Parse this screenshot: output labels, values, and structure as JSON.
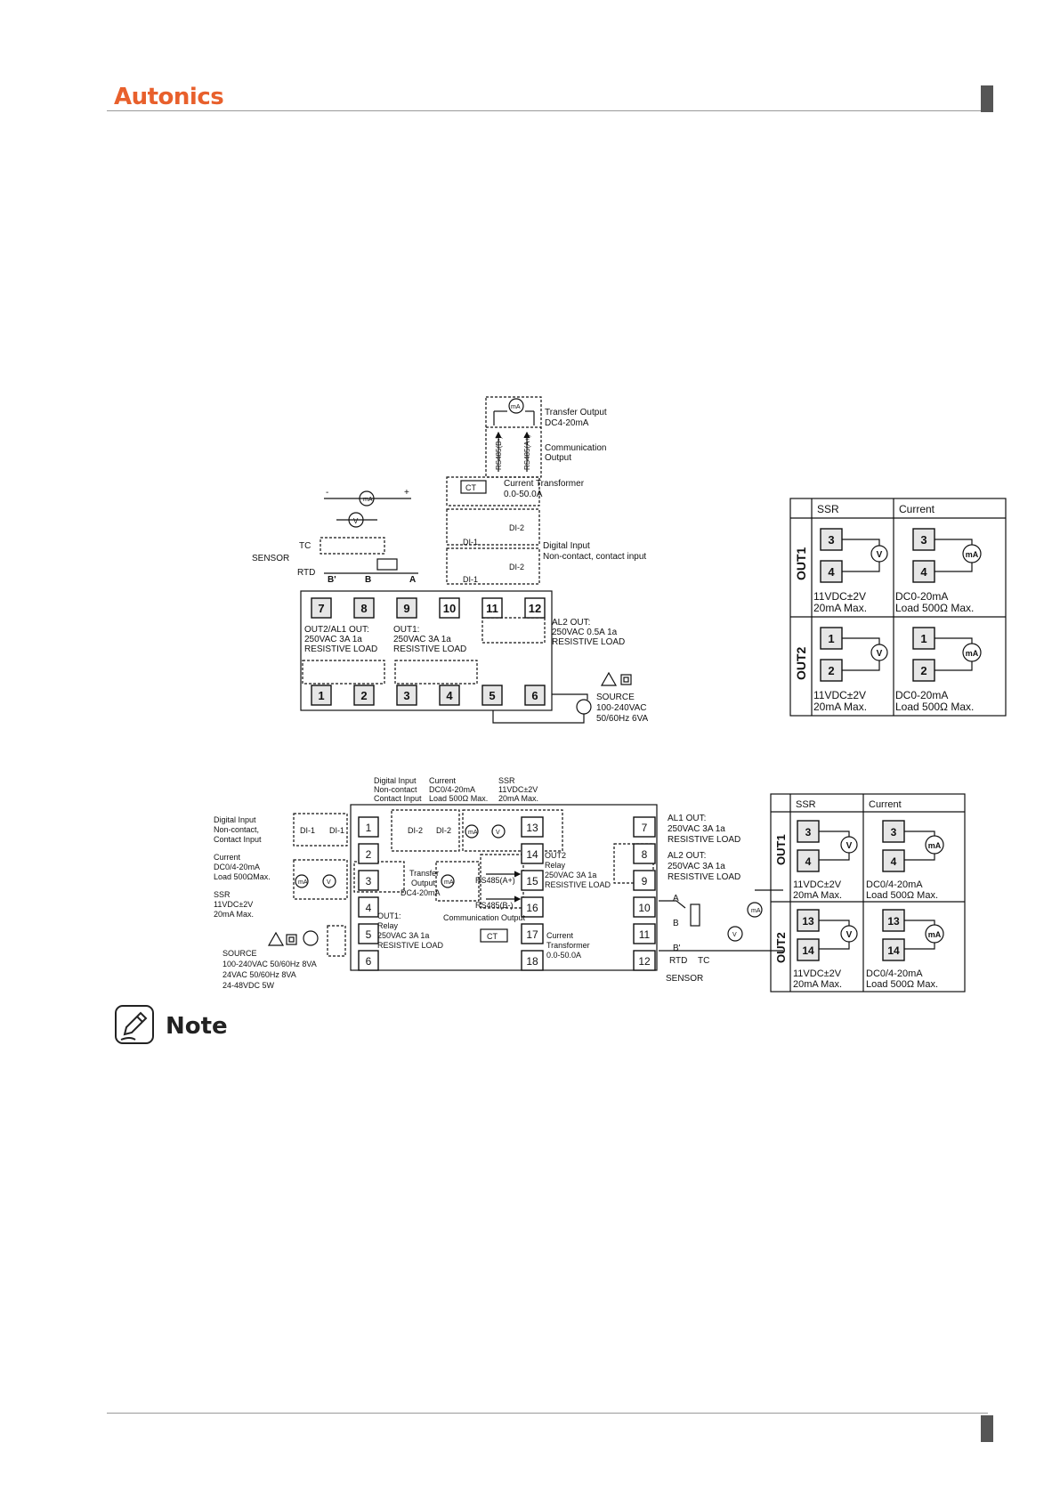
{
  "header": {
    "brand": "Autonics"
  },
  "diagram1": {
    "transfer_output": "Transfer Output",
    "transfer_spec": "DC4-20mA",
    "ma": "mA",
    "rs485_b": "RS485(B-)",
    "rs485_a": "RS485(A+)",
    "comm_output_1": "Communication",
    "comm_output_2": "Output",
    "ct": "CT",
    "ct_label": "Current Transformer",
    "ct_range": "0.0-50.0A",
    "di1": "DI-1",
    "di2": "DI-2",
    "digital_input": "Digital Input",
    "di_desc": "Non-contact, contact input",
    "sensor": "SENSOR",
    "tc": "TC",
    "rtd": "RTD",
    "b_prime": "B'",
    "b": "B",
    "a": "A",
    "v": "V",
    "minus": "-",
    "plus": "+",
    "terminals_top": [
      "7",
      "8",
      "9",
      "10",
      "11",
      "12"
    ],
    "terminals_bottom": [
      "1",
      "2",
      "3",
      "4",
      "5",
      "6"
    ],
    "out2al1_1": "OUT2/AL1 OUT:",
    "out2al1_2": "250VAC 3A 1a",
    "out2al1_3": "RESISTIVE LOAD",
    "out1_1": "OUT1:",
    "out1_2": "250VAC 3A 1a",
    "out1_3": "RESISTIVE LOAD",
    "al2_1": "AL2 OUT:",
    "al2_2": "250VAC 0.5A 1a",
    "al2_3": "RESISTIVE LOAD",
    "source_1": "SOURCE",
    "source_2": "100-240VAC",
    "source_3": "50/60Hz 6VA"
  },
  "table1": {
    "col_ssr": "SSR",
    "col_current": "Current",
    "row_out1": "OUT1",
    "row_out2": "OUT2",
    "out1_terms": [
      "3",
      "4"
    ],
    "out2_terms": [
      "1",
      "2"
    ],
    "v": "V",
    "ma": "mA",
    "ssr_spec_1": "11VDC±2V",
    "ssr_spec_2": "20mA Max.",
    "cur_spec_1": "DC0-20mA",
    "cur_spec_2": "Load 500Ω Max."
  },
  "diagram2": {
    "di_top_1": "Digital Input",
    "di_top_2": "Non-contact",
    "di_top_3": "Contact Input",
    "cur_top_1": "Current",
    "cur_top_2": "DC0/4-20mA",
    "cur_top_3": "Load 500Ω Max.",
    "ssr_top_1": "SSR",
    "ssr_top_2": "11VDC±2V",
    "ssr_top_3": "20mA Max.",
    "di_left_1": "Digital Input",
    "di_left_2": "Non-contact,",
    "di_left_3": "Contact Input",
    "cur_left_1": "Current",
    "cur_left_2": "DC0/4-20mA",
    "cur_left_3": "Load 500ΩMax.",
    "ssr_left_1": "SSR",
    "ssr_left_2": "11VDC±2V",
    "ssr_left_3": "20mA Max.",
    "source_1": "SOURCE",
    "source_2": "100-240VAC 50/60Hz 8VA",
    "source_3": "24VAC 50/60Hz 8VA",
    "source_4": "24-48VDC 5W",
    "terms_left": [
      "1",
      "2",
      "3",
      "4",
      "5",
      "6"
    ],
    "terms_mid": [
      "13",
      "14",
      "15",
      "16",
      "17",
      "18"
    ],
    "terms_right": [
      "7",
      "8",
      "9",
      "10",
      "11",
      "12"
    ],
    "di1": "DI-1",
    "di2": "DI-2",
    "out1_1": "OUT1:",
    "out1_2": "Relay",
    "out1_3": "250VAC 3A 1a",
    "out1_4": "RESISTIVE LOAD",
    "transfer_1": "Transfer",
    "transfer_2": "Output",
    "transfer_3": "DC4-20mA",
    "rs485_a": "RS485(A+)",
    "rs485_b": "RS485(B-)",
    "comm_output": "Communication Output",
    "out2_1": "OUT2",
    "out2_2": "Relay",
    "out2_3": "250VAC 3A 1a",
    "out2_4": "RESISTIVE LOAD",
    "ct": "CT",
    "ct_1": "Current",
    "ct_2": "Transformer",
    "ct_3": "0.0-50.0A",
    "al1_1": "AL1 OUT:",
    "al1_2": "250VAC 3A 1a",
    "al1_3": "RESISTIVE LOAD",
    "al2_1": "AL2 OUT:",
    "al2_2": "250VAC 3A 1a",
    "al2_3": "RESISTIVE LOAD",
    "a": "A",
    "b": "B",
    "b_prime": "B'",
    "rtd": "RTD",
    "tc": "TC",
    "sensor": "SENSOR",
    "ma": "mA",
    "v": "V"
  },
  "table2": {
    "col_ssr": "SSR",
    "col_current": "Current",
    "row_out1": "OUT1",
    "row_out2": "OUT2",
    "out1_terms": [
      "3",
      "4"
    ],
    "out2_terms": [
      "13",
      "14"
    ],
    "v": "V",
    "ma": "mA",
    "ssr_spec_1": "11VDC±2V",
    "ssr_spec_2": "20mA Max.",
    "cur_spec_1": "DC0/4-20mA",
    "cur_spec_2": "Load 500Ω Max."
  },
  "note": {
    "title": "Note"
  }
}
